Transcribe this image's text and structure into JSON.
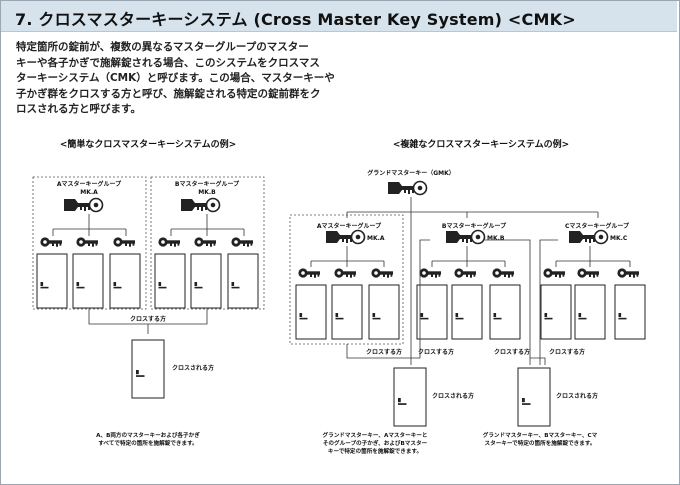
{
  "title": "7. クロスマスターキーシステム (Cross Master Key System) <CMK>",
  "intro": [
    "特定箇所の錠前が、複数の異なるマスターグループのマスター",
    "キーや各子かぎで施解錠される場合、このシステムをクロスマス",
    "ターキーシステム（CMK）と呼びます。この場合、マスターキーや",
    "子かぎ群をクロスする方と呼び、施解錠される特定の錠前群をク",
    "ロスされる方と呼びます。"
  ],
  "simple": {
    "heading": "<簡単なクロスマスターキーシステムの例>",
    "group_a": {
      "name": "Aマスターキーグループ",
      "mk": "MK.A"
    },
    "group_b": {
      "name": "Bマスターキーグループ",
      "mk": "MK.B"
    },
    "crossing": "クロスする方",
    "crossed": "クロスされる方",
    "caption": [
      "A、B両方のマスターキーおよび各子かぎ",
      "すべてで特定の箇所を施解錠できます。"
    ]
  },
  "complex": {
    "heading": "<複雑なクロスマスターキーシステムの例>",
    "gmk": "グランドマスターキー（GMK）",
    "group_a": {
      "name": "Aマスターキーグループ",
      "mk": "MK.A"
    },
    "group_b": {
      "name": "Bマスターキーグループ",
      "mk": "MK.B"
    },
    "group_c": {
      "name": "Cマスターキーグループ",
      "mk": "MK.C"
    },
    "crossing": "クロスする方",
    "crossed": "クロスされる方",
    "caption_left": [
      "グランドマスターキー、Aマスターキーと",
      "そのグループの子かぎ、およびBマスター",
      "キーで特定の箇所を施解錠できます。"
    ],
    "caption_right": [
      "グランドマスターキー、Bマスターキー、Cマ",
      "スターキーで特定の箇所を施解錠できます。"
    ]
  }
}
